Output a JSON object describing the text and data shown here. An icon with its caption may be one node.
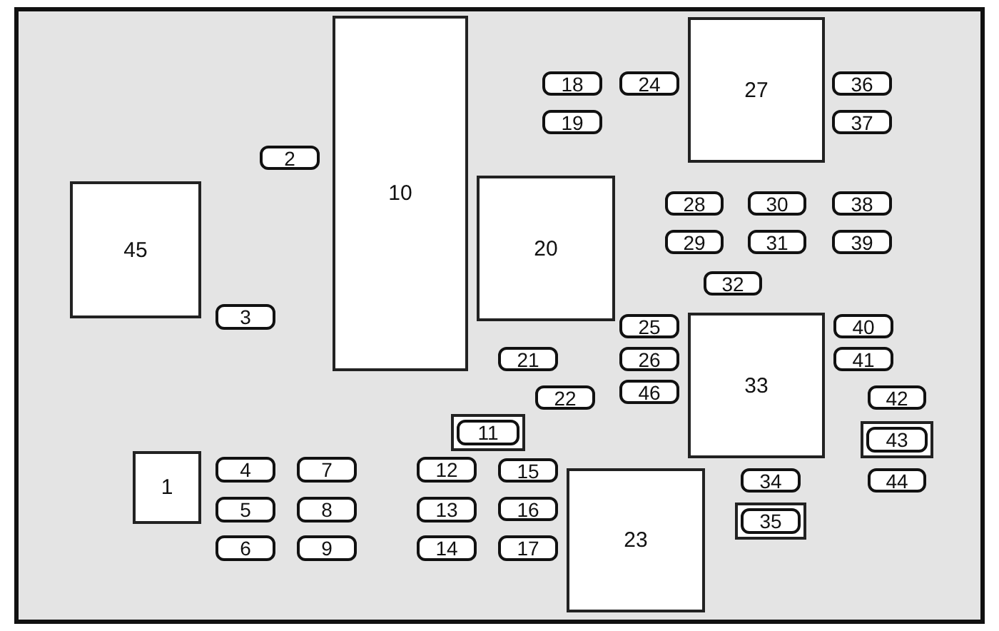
{
  "diagram": {
    "nodes": [
      {
        "text": [
          "10"
        ]
      },
      {
        "text": [
          "27"
        ]
      },
      {
        "text": [
          "18"
        ]
      },
      {
        "text": [
          "24"
        ]
      },
      {
        "text": [
          "36"
        ]
      },
      {
        "text": [
          "19"
        ]
      },
      {
        "text": [
          "37"
        ]
      },
      {
        "text": [
          "2"
        ]
      },
      {
        "text": [
          "20"
        ]
      },
      {
        "text": [
          "45"
        ]
      },
      {
        "text": [
          "28"
        ]
      },
      {
        "text": [
          "30"
        ]
      },
      {
        "text": [
          "38"
        ]
      },
      {
        "text": [
          "29"
        ]
      },
      {
        "text": [
          "31"
        ]
      },
      {
        "text": [
          "39"
        ]
      },
      {
        "text": [
          "32"
        ]
      },
      {
        "text": [
          "3"
        ]
      },
      {
        "text": [
          "33"
        ]
      },
      {
        "text": [
          "25"
        ]
      },
      {
        "text": [
          "40"
        ]
      },
      {
        "text": [
          "21"
        ]
      },
      {
        "text": [
          "26"
        ]
      },
      {
        "text": [
          "41"
        ]
      },
      {
        "text": [
          "46"
        ]
      },
      {
        "text": [
          "22"
        ]
      },
      {
        "text": [
          "42"
        ]
      },
      {
        "text": [],
        "shape": "box"
      },
      {
        "text": [
          "11"
        ],
        "in": 27
      },
      {
        "text": [],
        "shape": "box"
      },
      {
        "text": [
          "43"
        ],
        "in": 29
      },
      {
        "text": [
          "1"
        ]
      },
      {
        "text": [
          "4"
        ]
      },
      {
        "text": [
          "7"
        ]
      },
      {
        "text": [
          "12"
        ]
      },
      {
        "text": [
          "15"
        ]
      },
      {
        "text": [
          "23"
        ]
      },
      {
        "text": [
          "34"
        ]
      },
      {
        "text": [
          "44"
        ]
      },
      {
        "text": [
          "5"
        ]
      },
      {
        "text": [
          "8"
        ]
      },
      {
        "text": [
          "13"
        ]
      },
      {
        "text": [
          "16"
        ]
      },
      {
        "text": [],
        "shape": "box"
      },
      {
        "text": [
          "35"
        ],
        "in": 43
      },
      {
        "text": [
          "6"
        ]
      },
      {
        "text": [
          "9"
        ]
      },
      {
        "text": [
          "14"
        ]
      },
      {
        "text": [
          "17"
        ]
      }
    ]
  }
}
